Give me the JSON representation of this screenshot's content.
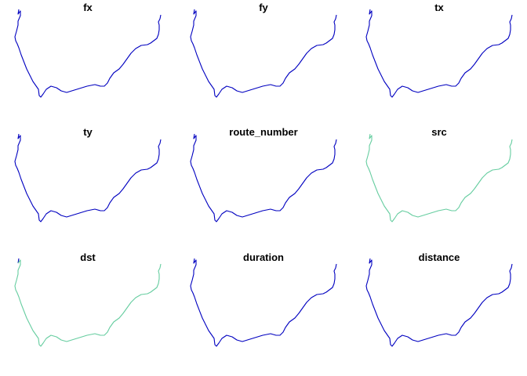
{
  "chart_data": {
    "type": "line",
    "layout": "3x3 small multiples",
    "colors": {
      "dark": "#0000c0",
      "light": "#66cda0"
    },
    "shape": [
      [
        6,
        -32
      ],
      [
        5,
        -26
      ],
      [
        8,
        -30
      ],
      [
        8,
        -24
      ],
      [
        5,
        -17
      ],
      [
        5,
        -12
      ],
      [
        3,
        -4
      ],
      [
        1,
        3
      ],
      [
        2,
        8
      ],
      [
        4,
        12
      ],
      [
        6,
        17
      ],
      [
        9,
        26
      ],
      [
        16,
        44
      ],
      [
        24,
        60
      ],
      [
        31,
        70
      ],
      [
        32,
        78
      ],
      [
        34,
        80
      ],
      [
        37,
        76
      ],
      [
        41,
        70
      ],
      [
        47,
        66
      ],
      [
        54,
        68
      ],
      [
        60,
        72
      ],
      [
        67,
        74
      ],
      [
        80,
        70
      ],
      [
        93,
        66
      ],
      [
        103,
        64
      ],
      [
        110,
        66
      ],
      [
        115,
        66
      ],
      [
        119,
        62
      ],
      [
        122,
        56
      ],
      [
        127,
        49
      ],
      [
        134,
        44
      ],
      [
        139,
        38
      ],
      [
        144,
        31
      ],
      [
        149,
        24
      ],
      [
        155,
        18
      ],
      [
        162,
        14
      ],
      [
        170,
        13
      ],
      [
        174,
        11
      ],
      [
        178,
        8
      ],
      [
        182,
        5
      ],
      [
        184,
        0
      ],
      [
        185,
        -6
      ],
      [
        185,
        -12
      ],
      [
        184,
        -16
      ],
      [
        186,
        -20
      ],
      [
        187,
        -25
      ]
    ],
    "panels": [
      {
        "title": "fx",
        "color": "dark"
      },
      {
        "title": "fy",
        "color": "dark"
      },
      {
        "title": "tx",
        "color": "dark"
      },
      {
        "title": "ty",
        "color": "dark"
      },
      {
        "title": "route_number",
        "color": "dark"
      },
      {
        "title": "src",
        "color": "light"
      },
      {
        "title": "dst",
        "color": "light",
        "light_from": 1
      },
      {
        "title": "duration",
        "color": "dark"
      },
      {
        "title": "distance",
        "color": "dark"
      }
    ]
  }
}
